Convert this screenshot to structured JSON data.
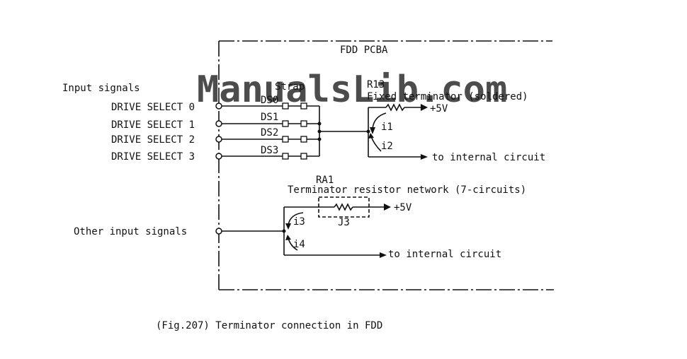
{
  "watermark": "ManualsLib.com",
  "board_label": "FDD PCBA",
  "input_signals_label": "Input signals",
  "drive_selects": [
    {
      "label": "DRIVE SELECT 0",
      "strap": "DS0"
    },
    {
      "label": "DRIVE SELECT 1",
      "strap": "DS1"
    },
    {
      "label": "DRIVE SELECT 2",
      "strap": "DS2"
    },
    {
      "label": "DRIVE SELECT 3",
      "strap": "DS3"
    }
  ],
  "strap_header": "Strap",
  "r13": {
    "name": "R13",
    "desc": "Fixed terminator (soldered)",
    "voltage": "+5V"
  },
  "currents": {
    "i1": "i1",
    "i2": "i2",
    "i3": "i3",
    "i4": "i4"
  },
  "to_internal_circuit": "to internal circuit",
  "ra1": {
    "name": "RA1",
    "desc": "Terminator resistor network (7-circuits)",
    "voltage": "+5V",
    "jumper": "J3"
  },
  "other_input_label": "Other input signals",
  "caption": "(Fig.207) Terminator connection in FDD"
}
